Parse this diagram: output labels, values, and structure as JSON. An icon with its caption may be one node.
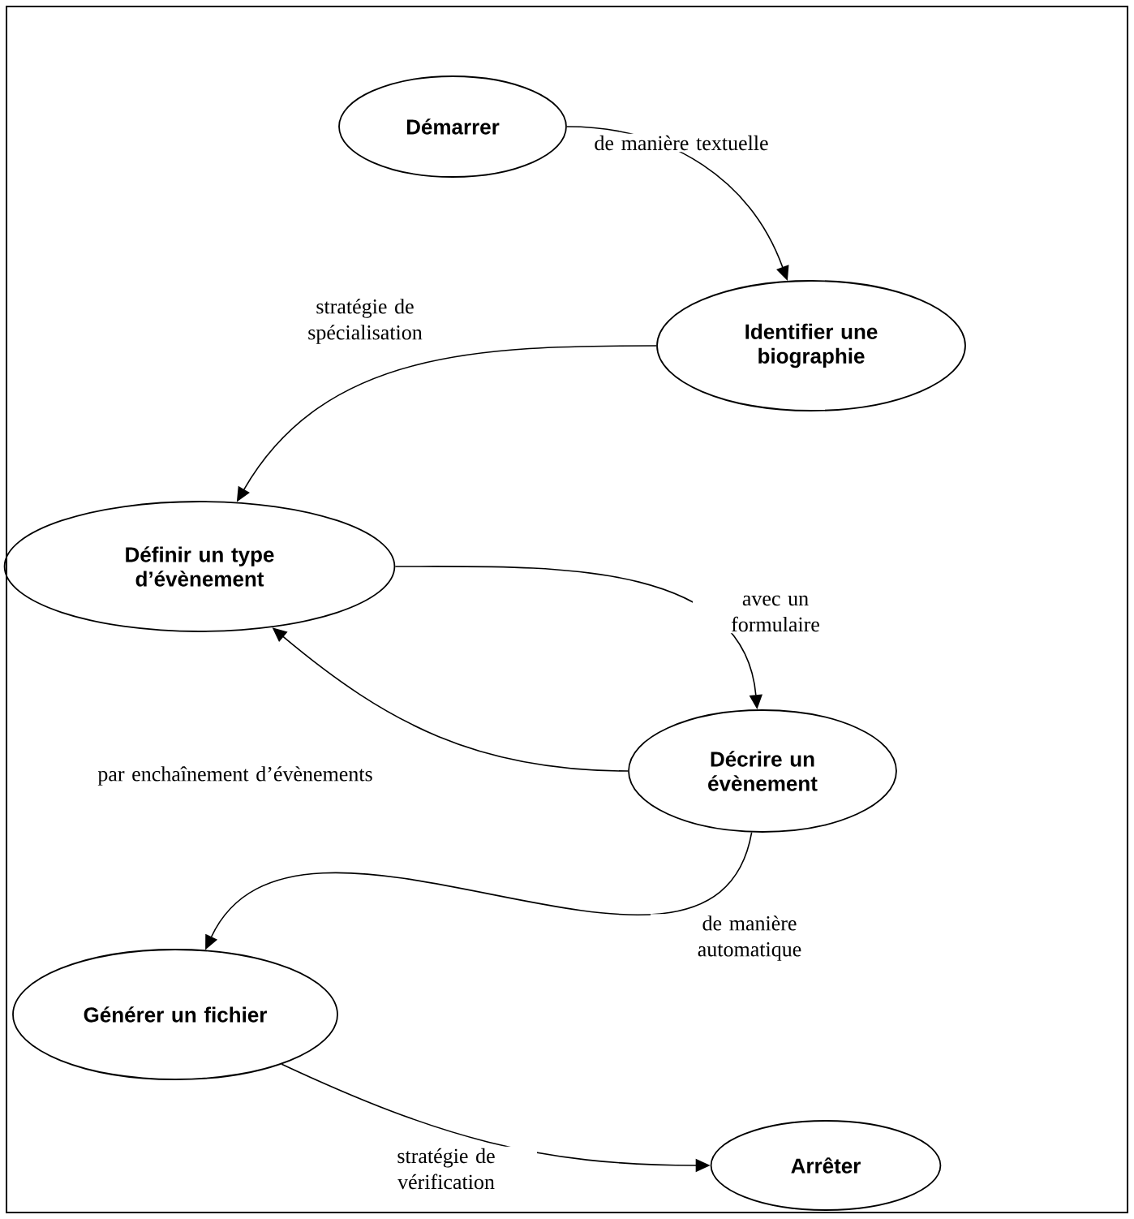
{
  "diagram": {
    "nodes": [
      {
        "text": [
          "Démarrer"
        ]
      },
      {
        "text": [
          "Identifier une biographie"
        ]
      },
      {
        "text": [
          "Définir un type d’évènement"
        ]
      },
      {
        "text": [
          "Décrire un évènement"
        ]
      },
      {
        "text": [
          "Générer un fichier"
        ]
      },
      {
        "text": [
          "Arrêter"
        ]
      }
    ],
    "edges": [
      {
        "from": 0,
        "to": 1,
        "arrow": "to",
        "label": "de manière textuelle"
      },
      {
        "from": 1,
        "to": 2,
        "arrow": "to",
        "label": "stratégie de spécialisation"
      },
      {
        "from": 2,
        "to": 3,
        "arrow": "to",
        "label": "avec un formulaire"
      },
      {
        "from": 3,
        "to": 2,
        "arrow": "to",
        "label": "par enchaînement d’évènements"
      },
      {
        "from": 3,
        "to": 4,
        "arrow": "to",
        "label": "de manière automatique"
      },
      {
        "from": 4,
        "to": 5,
        "arrow": "to",
        "label": "stratégie de vérification"
      }
    ]
  }
}
